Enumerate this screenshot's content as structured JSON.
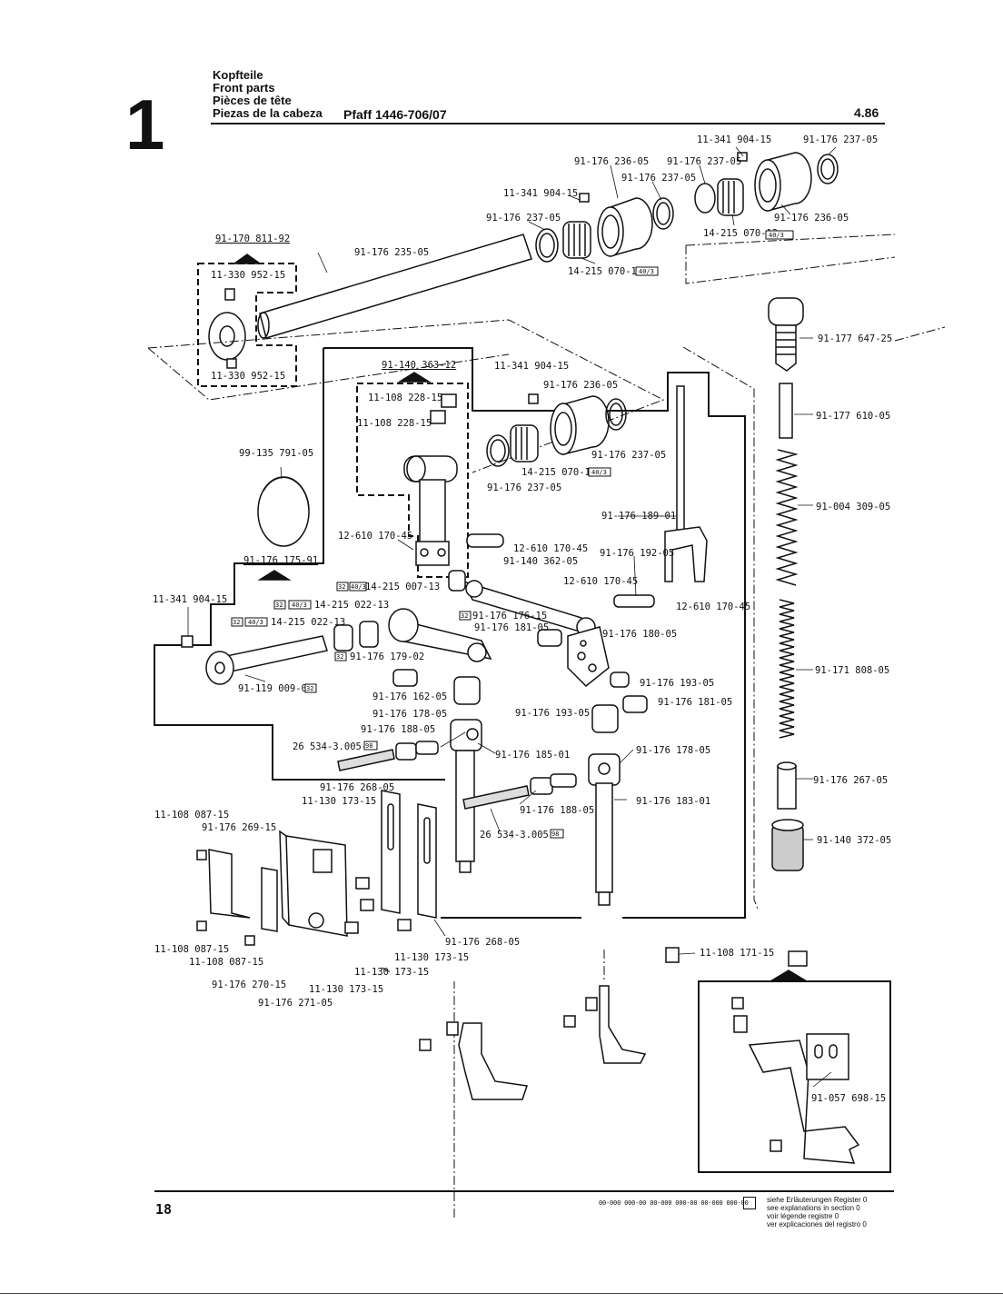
{
  "header": {
    "section_number": "1",
    "titles": [
      "Kopfteile",
      "Front parts",
      "Pièces de tête",
      "Piezas de la cabeza"
    ],
    "model": "Pfaff 1446-706/07",
    "date": "4.86"
  },
  "footer": {
    "page_number": "18",
    "codes": "00-000 000-00  00-000 000-00  00-000 000-00",
    "legend": [
      "siehe Erläuterungen Register 0",
      "see explanations in section 0",
      "voir légende registre 0",
      "ver explicaciones del registro 0"
    ]
  },
  "part_labels": [
    "11-341 904-15",
    "91-176 237-05",
    "91-176 236-05",
    "91-176 237-05",
    "91-176 237-05",
    "11-341 904-15",
    "91-176 237-05",
    "91-176 236-05",
    "14-215 070-13",
    "14-215 070-13",
    "91-170 811-92",
    "91-176 235-05",
    "11-330 952-15",
    "11-330 952-15",
    "91-177 647-25",
    "91-140 363-12",
    "11-341 904-15",
    "91-176 236-05",
    "11-108 228-15",
    "11-108 228-15",
    "91-177 610-05",
    "99-135 791-05",
    "91-176 237-05",
    "14-215 070-13",
    "91-176 237-05",
    "91-004 309-05",
    "91-176 189-01",
    "12-610 170-45",
    "12-610 170-45",
    "91-140 362-05",
    "91-176 192-05",
    "91-176 175-91",
    "14-215 007-13",
    "12-610 170-45",
    "11-341 904-15",
    "14-215 022-13",
    "14-215 022-13",
    "91-176 176-15",
    "91-176 181-05",
    "12-610 170-45",
    "91-176 180-05",
    "91-176 179-02",
    "91-171 808-05",
    "91-119 009-05",
    "91-176 162-05",
    "91-176 193-05",
    "91-176 178-05",
    "91-176 193-05",
    "91-176 181-05",
    "91-176 188-05",
    "26 534-3.005-0",
    "91-176 185-01",
    "91-176 178-05",
    "91-176 268-05",
    "91-176 267-05",
    "11-130 173-15",
    "11-108 087-15",
    "91-176 269-15",
    "91-176 183-01",
    "91-176 188-05",
    "26 534-3.005-0",
    "91-140 372-05",
    "91-176 268-05",
    "11-130 173-15",
    "11-108 087-15",
    "11-108 087-15",
    "11-130 173-15",
    "11-108 171-15",
    "91-176 270-15",
    "11-130 173-15",
    "91-176 271-05",
    "91-057 698-15"
  ],
  "box_tags": [
    "40/3",
    "40/3",
    "40/3",
    "32",
    "40/3",
    "32",
    "40/3",
    "32",
    "40/3",
    "32",
    "32",
    "32",
    "98",
    "98"
  ]
}
